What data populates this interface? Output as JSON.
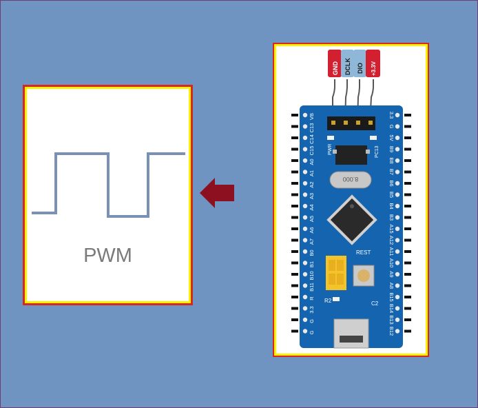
{
  "pwm": {
    "label": "PWM"
  },
  "board": {
    "header_pins": [
      "GND",
      "DCLK",
      "DIO",
      "+3.3V"
    ],
    "left_pins": [
      "G",
      "G",
      "3.3",
      "R",
      "B11",
      "B10",
      "B1",
      "B0",
      "A7",
      "A6",
      "A5",
      "A4",
      "A3",
      "A2",
      "A1",
      "A0",
      "C15",
      "C14",
      "C13",
      "VB"
    ],
    "right_pins": [
      "3.3",
      "G",
      "5V",
      "B9",
      "B8",
      "B7",
      "B6",
      "B5",
      "B4",
      "B3",
      "A15",
      "A12",
      "A11",
      "A10",
      "A9",
      "A8",
      "B15",
      "B14",
      "B13",
      "B12"
    ],
    "crystal_text": "8.000",
    "rest_label": "REST",
    "pwr_label": "PWR",
    "pc13_label": "PC13",
    "r2_label": "R2",
    "c2_label": "C2",
    "colors": {
      "pcb": "#1464b0",
      "frame_outer": "#d42a1e",
      "frame_inner": "#ffef00",
      "waveform": "#7891b5",
      "arrow": "#8c1020"
    }
  }
}
